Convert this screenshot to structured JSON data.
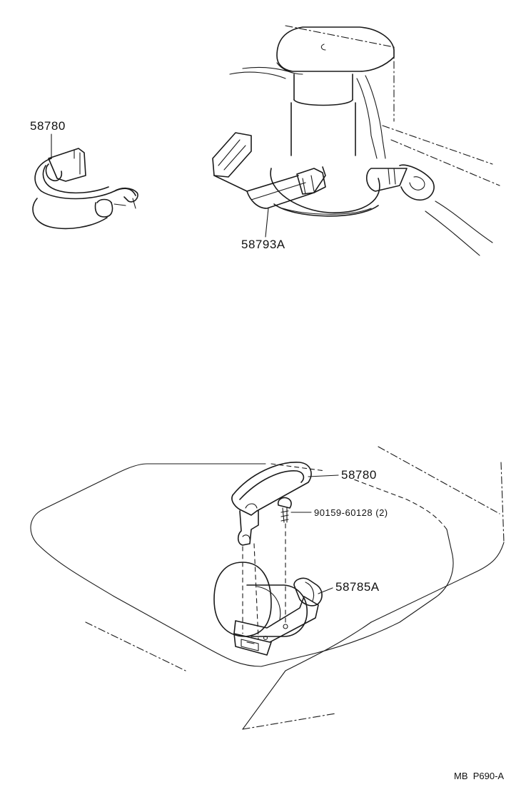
{
  "labels": {
    "clip_top_left": "58780",
    "clip_top_right": "58793A",
    "strap_bottom": "58780",
    "screw_bottom": "90159-60128 (2)",
    "bracket_bottom": "58785A"
  },
  "reference_code": "MB  P690-A"
}
